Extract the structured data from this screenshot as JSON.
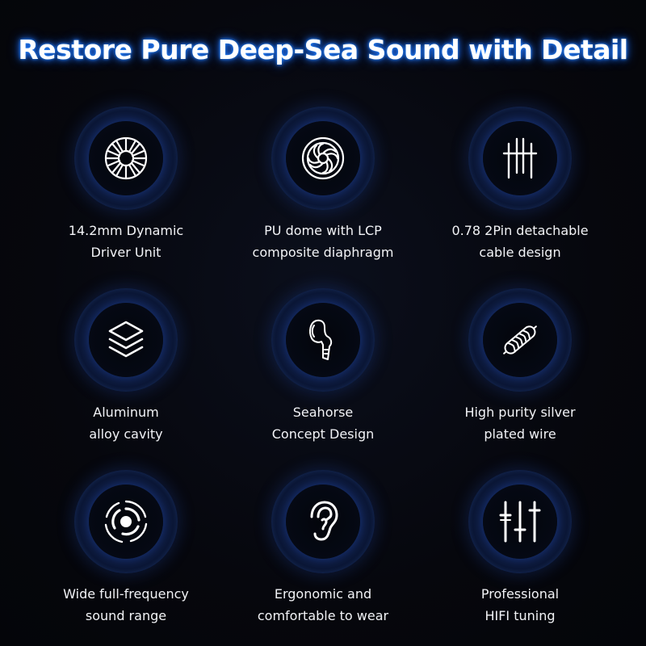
{
  "title": "Restore Pure Deep-Sea Sound with Detail",
  "accent_color": "#2a8cff",
  "features": [
    {
      "icon": "dynamic-driver-icon",
      "line1": "14.2mm Dynamic",
      "line2": "Driver Unit"
    },
    {
      "icon": "diaphragm-icon",
      "line1": "PU dome with LCP",
      "line2": "composite diaphragm"
    },
    {
      "icon": "two-pin-connector-icon",
      "line1": "0.78 2Pin detachable",
      "line2": "cable design"
    },
    {
      "icon": "layers-icon",
      "line1": "Aluminum",
      "line2": "alloy cavity"
    },
    {
      "icon": "seahorse-earphone-icon",
      "line1": "Seahorse",
      "line2": "Concept Design"
    },
    {
      "icon": "braided-wire-icon",
      "line1": "High purity silver",
      "line2": "plated wire"
    },
    {
      "icon": "concentric-rings-icon",
      "line1": "Wide full-frequency",
      "line2": "sound range"
    },
    {
      "icon": "ear-icon",
      "line1": "Ergonomic and",
      "line2": "comfortable to wear"
    },
    {
      "icon": "equalizer-sliders-icon",
      "line1": "Professional",
      "line2": "HIFI tuning"
    }
  ]
}
